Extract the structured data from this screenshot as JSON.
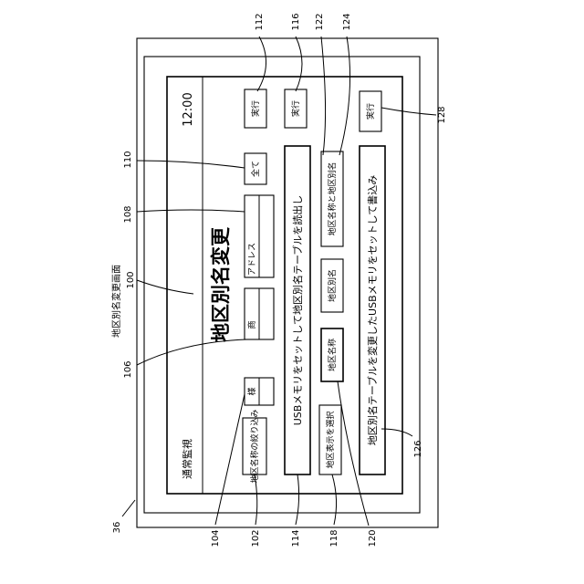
{
  "figure": {
    "caption": "地区別名変更画面",
    "ref_caption": "100",
    "ref_device": "36"
  },
  "screen": {
    "mode_label": "通常監視",
    "clock": "12:00",
    "title": "地区別名変更",
    "filter_button": "地区名称の絞り込み",
    "filter_options": [
      "様",
      "商",
      "アドレス"
    ],
    "all_button": "全て",
    "execute_1": "実行",
    "usb_read_button": "USBメモリをセットして地区別名テーブルを読出し",
    "execute_2": "実行",
    "display_select_label": "地区表示を選択",
    "display_options": [
      "地区名称",
      "地区別名",
      "地区名称と地区別名"
    ],
    "usb_write_button": "地区別名テーブルを変更したUSBメモリをセットして書込み",
    "execute_3": "実行"
  },
  "refs": {
    "r102": "102",
    "r104": "104",
    "r106": "106",
    "r108": "108",
    "r110": "110",
    "r112": "112",
    "r114": "114",
    "r116": "116",
    "r118": "118",
    "r120": "120",
    "r122": "122",
    "r124": "124",
    "r126": "126",
    "r128": "128"
  }
}
